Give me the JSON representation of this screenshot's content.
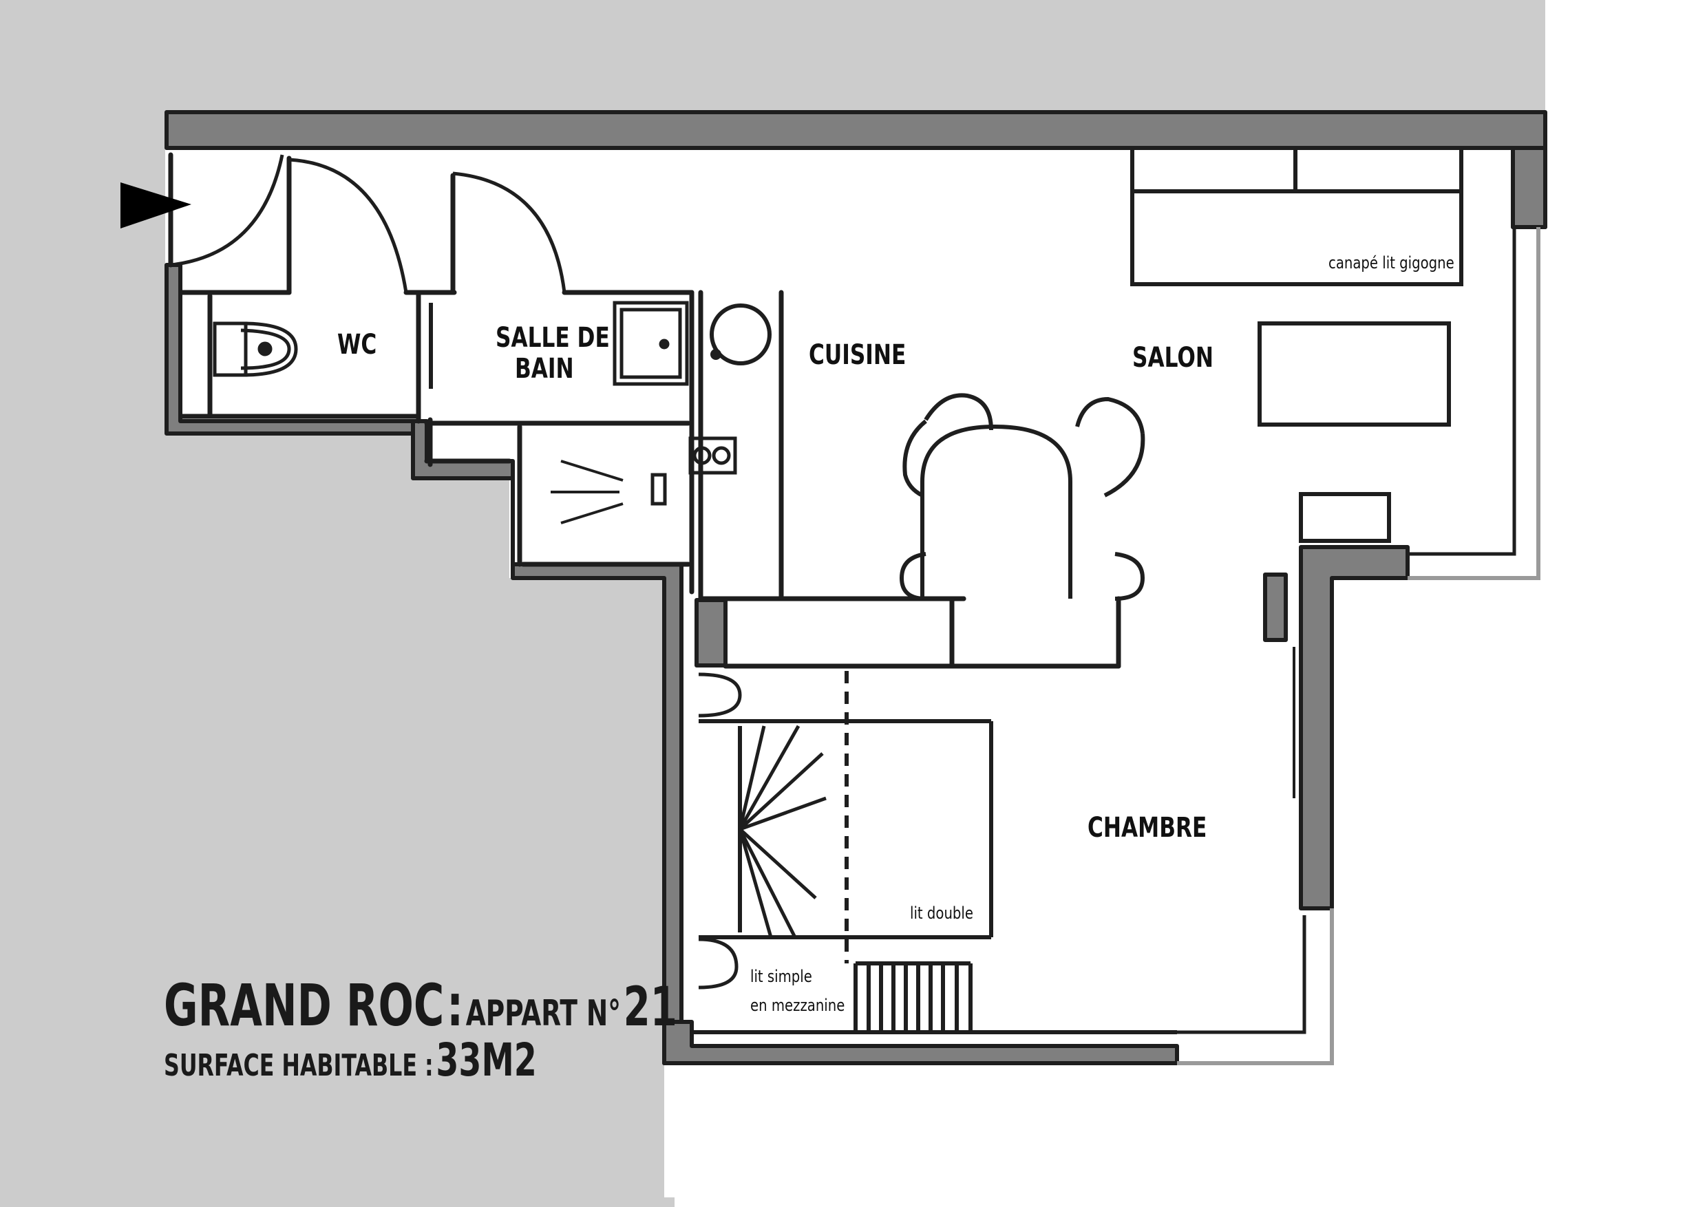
{
  "plan": {
    "building": "GRAND ROC",
    "separator": ":",
    "apartment_label": "APPART N°",
    "apartment_number": "21",
    "surface_label": "SURFACE HABITABLE :",
    "surface_value": "33M2"
  },
  "rooms": {
    "wc": "WC",
    "salle_de_bain_line1": "SALLE DE",
    "salle_de_bain_line2": "BAIN",
    "cuisine": "CUISINE",
    "salon": "SALON",
    "chambre": "CHAMBRE"
  },
  "furniture": {
    "sofa_bed": "canapé lit gigogne",
    "double_bed": "lit double",
    "single_bed_line1": "lit simple",
    "single_bed_line2": "en mezzanine"
  },
  "icons": {
    "entrance": "entrance-arrow-icon"
  },
  "colors": {
    "background_gray": "#cccccc",
    "wall_gray": "#7f7f7f",
    "line": "#1e1e1e",
    "floor": "#ffffff"
  }
}
